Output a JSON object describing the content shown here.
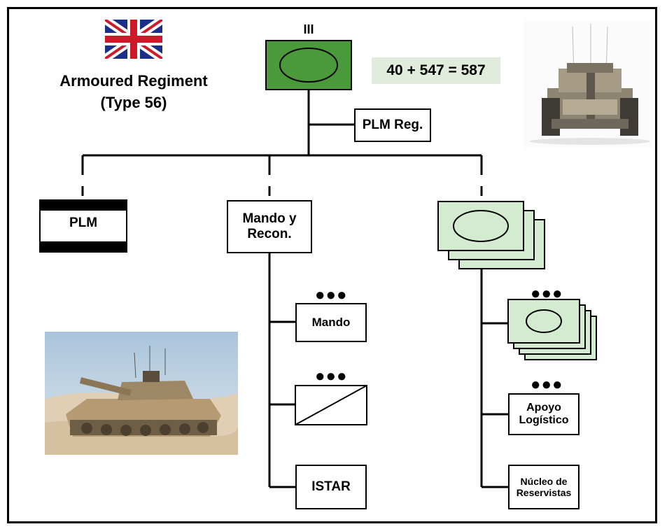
{
  "title_line1": "Armoured Regiment",
  "title_line2": "(Type 56)",
  "echelon_regiment": "III",
  "strength": "40 + 547 = 587",
  "units": {
    "plm_reg": "PLM Reg.",
    "plm": "PLM",
    "mando_recon": "Mando y Recon.",
    "mando": "Mando",
    "istar": "ISTAR",
    "apoyo_logistico": "Apoyo Logístico",
    "nucleo_reservistas": "Núcleo de Reservistas"
  },
  "echelon_platoon": "●●●",
  "colors": {
    "hq_green": "#4a9a3c",
    "squadron_green": "#d3ecd0",
    "strength_bg": "#e2ecdc",
    "flag_blue": "#1a2f8a",
    "flag_red": "#cc1a2a"
  },
  "icons": {
    "flag": "union-jack-flag",
    "tank_front": "tank-front-photo",
    "tank_side": "tank-desert-photo"
  }
}
